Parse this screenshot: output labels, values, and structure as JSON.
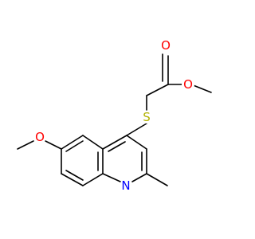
{
  "molecule": {
    "atoms": {
      "O_carbonyl": {
        "label": "O",
        "color": "#ff0000"
      },
      "O_ester": {
        "label": "O",
        "color": "#ff0000"
      },
      "S_thioether": {
        "label": "S",
        "color": "#b2b200"
      },
      "O_methoxy": {
        "label": "O",
        "color": "#ff0000"
      },
      "N_ring": {
        "label": "N",
        "color": "#0000ff"
      }
    }
  }
}
